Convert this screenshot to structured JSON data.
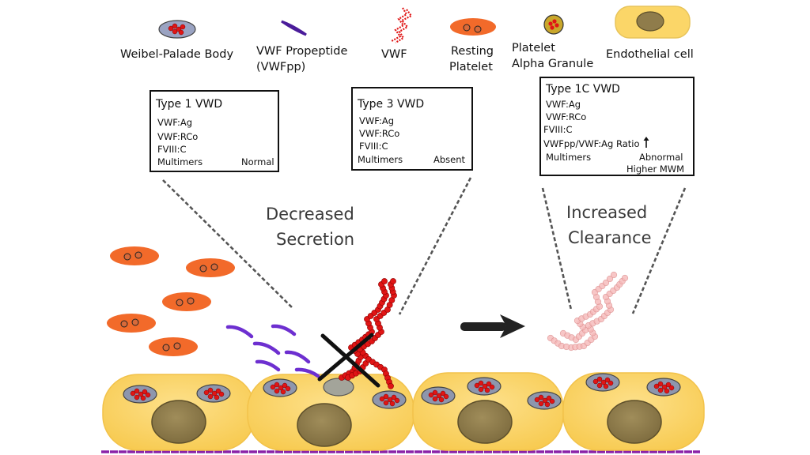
{
  "legend": {
    "wpb": "Weibel-Palade Body",
    "propeptide_line1": "VWF Propeptide",
    "propeptide_line2": "(VWFpp)",
    "vwf": "VWF",
    "resting_line1": "Resting",
    "resting_line2": "Platelet",
    "granule_line1": "Platelet",
    "granule_line2": "Alpha Granule",
    "endothelial": "Endothelial cell"
  },
  "box_type1": {
    "title": "Type 1 VWD",
    "rows": [
      "VWF:Ag",
      "VWF:RCo",
      "FVIII:C"
    ],
    "multimers_label": "Multimers",
    "multimer_result": "Normal"
  },
  "box_type3": {
    "title": "Type 3 VWD",
    "rows": [
      "VWF:Ag",
      "VWF:RCo",
      "FVIII:C"
    ],
    "multimers_label": "Multimers",
    "multimer_result": "Absent"
  },
  "box_type1c": {
    "title": "Type 1C VWD",
    "rows": [
      "VWF:Ag",
      "VWF:RCo",
      "FVIII:C",
      "VWFpp/VWF:Ag Ratio"
    ],
    "multimers_label": "Multimers",
    "multimer_result_line1": "Abnormal",
    "multimer_result_line2": "Higher MWM"
  },
  "mechanisms": {
    "secretion_line1": "Decreased",
    "secretion_line2": "Secretion",
    "clearance_line1": "Increased",
    "clearance_line2": "Clearance"
  },
  "colors": {
    "endothelial": "#fbd668",
    "nucleus": "#8f7c4b",
    "wpb": "#8e96ad",
    "vwf_red": "#e01515",
    "platelet": "#f26a2a",
    "propeptide": "#6d2fd0",
    "basement": "#8a22a8"
  }
}
